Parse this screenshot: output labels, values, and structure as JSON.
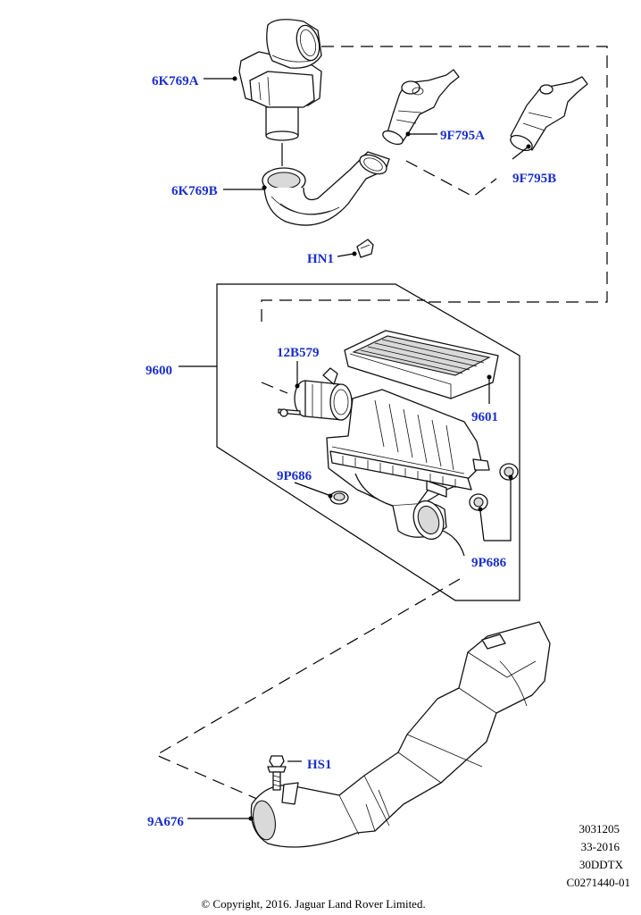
{
  "callouts": {
    "c6k769a": "6K769A",
    "c6k769b": "6K769B",
    "c9f795a": "9F795A",
    "c9f795b": "9F795B",
    "hn1": "HN1",
    "c9600": "9600",
    "c12b579": "12B579",
    "c9601": "9601",
    "c9p686_left": "9P686",
    "c9p686_right": "9P686",
    "hs1": "HS1",
    "c9a676": "9A676"
  },
  "reference": {
    "line1": "3031205",
    "line2": "33-2016",
    "line3": "30DDTX",
    "line4": "C0271440-01"
  },
  "copyright": "© Copyright, 2016. Jaguar Land Rover Limited.",
  "colors": {
    "callout": "#1a2fc9",
    "line": "#000000"
  }
}
